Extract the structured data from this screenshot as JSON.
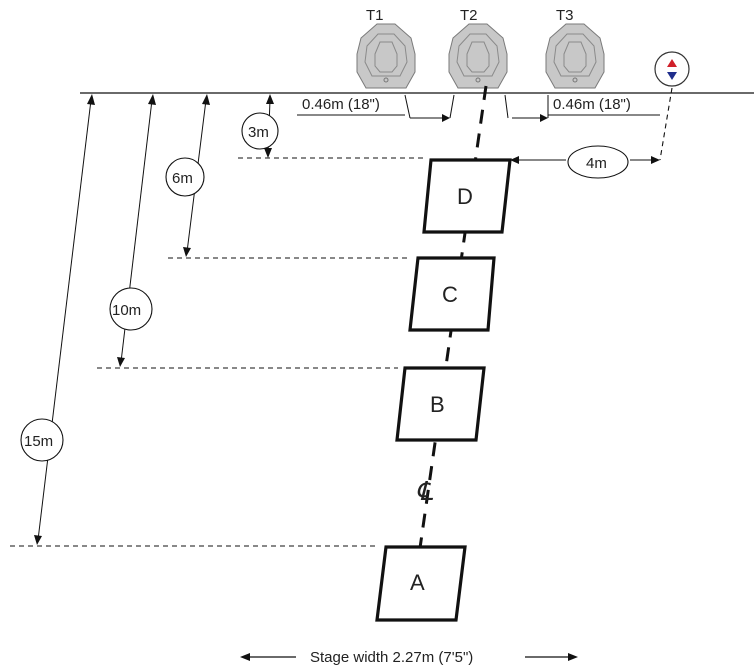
{
  "targets": [
    {
      "id": "T1",
      "label": "T1"
    },
    {
      "id": "T2",
      "label": "T2"
    },
    {
      "id": "T3",
      "label": "T3"
    }
  ],
  "positions": [
    {
      "id": "A",
      "label": "A"
    },
    {
      "id": "B",
      "label": "B"
    },
    {
      "id": "C",
      "label": "C"
    },
    {
      "id": "D",
      "label": "D"
    }
  ],
  "distances": {
    "d3": "3m",
    "d6": "6m",
    "d10": "10m",
    "d15": "15m"
  },
  "spacing": {
    "left": "0.46m (18\")",
    "right": "0.46m (18\")"
  },
  "offset_4m": "4m",
  "centerline_symbol": "℄",
  "stage_width": "Stage width 2.27m (7'5\")",
  "colors": {
    "target_fill": "#c8c8c8",
    "target_stroke": "#7a7a7a",
    "marker_up": "#d0202a",
    "marker_down": "#1f2e8c"
  }
}
